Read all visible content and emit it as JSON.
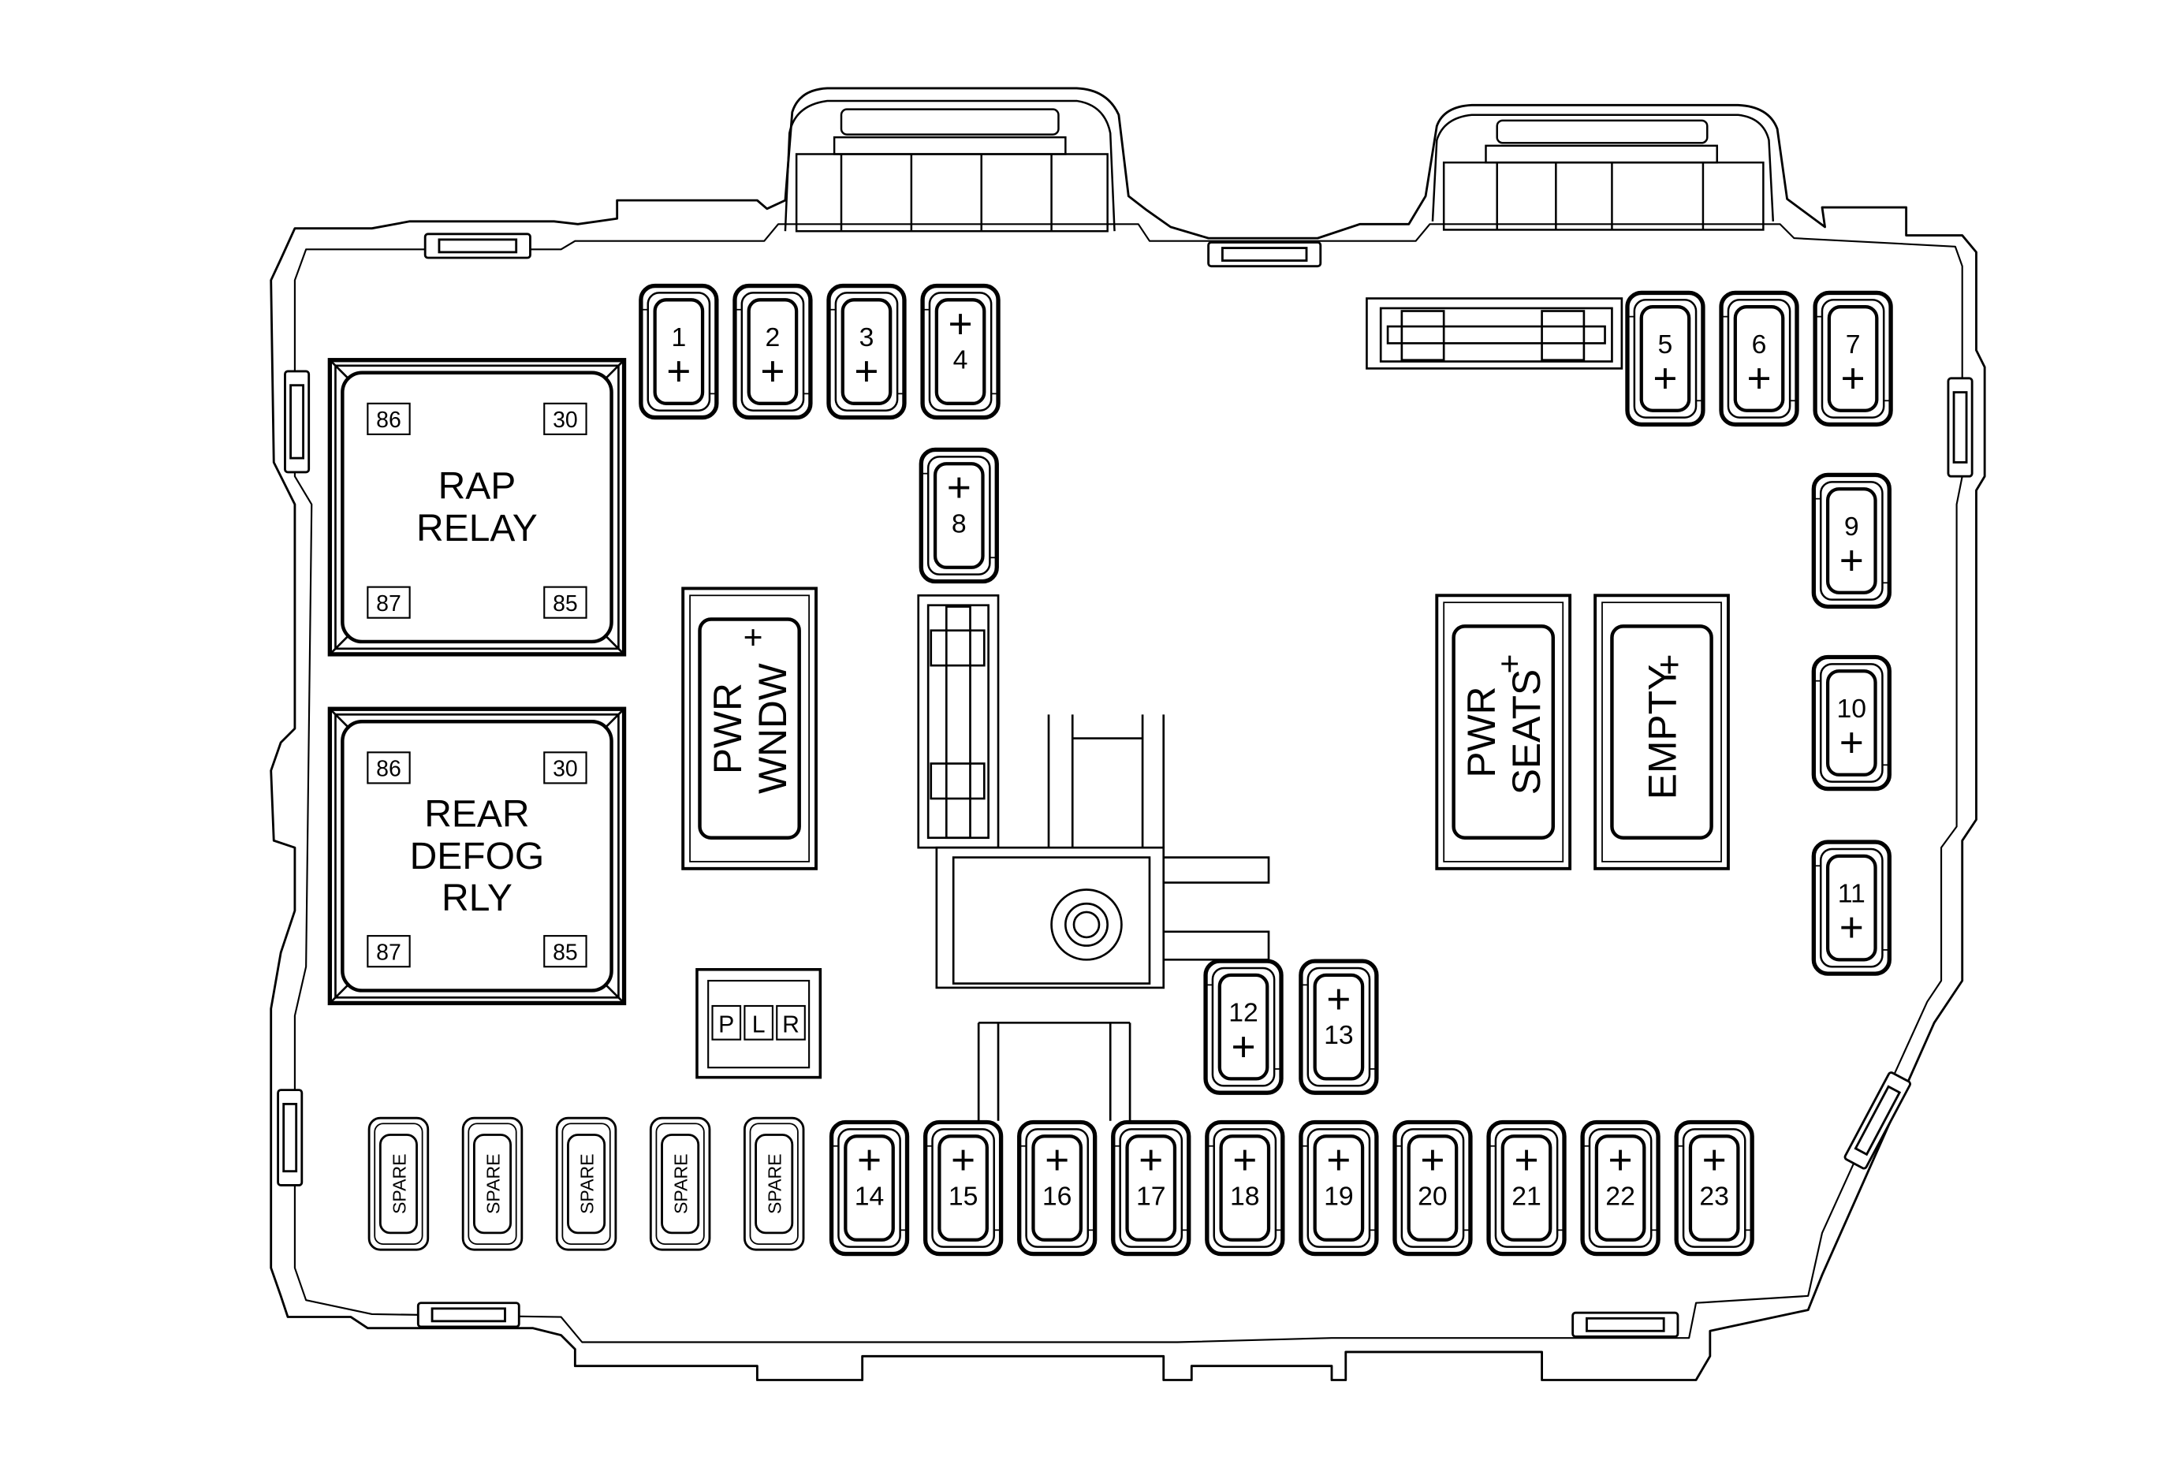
{
  "diagram": {
    "relays": [
      {
        "id": "rap",
        "lines": [
          "RAP",
          "RELAY"
        ],
        "pins": [
          "86",
          "30",
          "87",
          "85"
        ]
      },
      {
        "id": "defog",
        "lines": [
          "REAR",
          "DEFOG",
          "RLY"
        ],
        "pins": [
          "86",
          "30",
          "87",
          "85"
        ]
      }
    ],
    "top_fuses": [
      "1",
      "2",
      "3",
      "4"
    ],
    "right_top_fuses": [
      "5",
      "6",
      "7"
    ],
    "center_fuse": "8",
    "right_column_fuses": [
      "9",
      "10",
      "11"
    ],
    "mid_fuses": [
      "12",
      "13"
    ],
    "spare_fuses": [
      "SPARE",
      "SPARE",
      "SPARE",
      "SPARE",
      "SPARE"
    ],
    "bottom_fuses": [
      "14",
      "15",
      "16",
      "17",
      "18",
      "19",
      "20",
      "21",
      "22",
      "23"
    ],
    "maxi_fuses": [
      {
        "id": "pwr-wndw",
        "lines": [
          "PWR",
          "WNDW"
        ],
        "plus": "+"
      },
      {
        "id": "pwr-seats",
        "lines": [
          "PWR",
          "SEATS"
        ],
        "plus": "+"
      },
      {
        "id": "empty",
        "lines": [
          "EMPTY"
        ],
        "plus": "+"
      }
    ],
    "connector_pins": [
      "P",
      "L",
      "R"
    ],
    "plus_symbol": "+"
  }
}
